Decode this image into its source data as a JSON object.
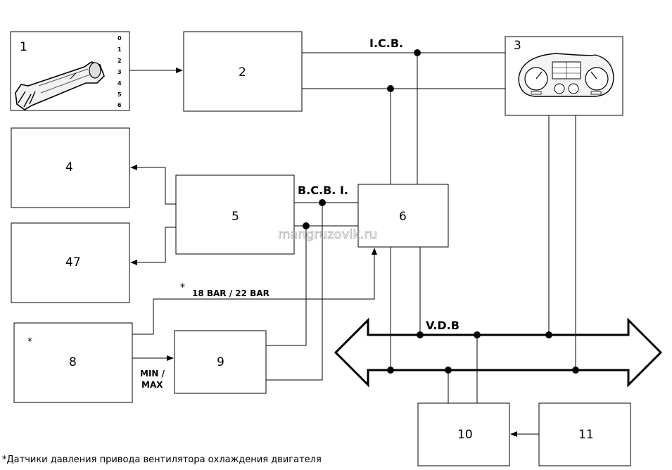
{
  "blocks": {
    "b1": "1",
    "b2": "2",
    "b3": "3",
    "b4": "4",
    "b5": "5",
    "b6": "6",
    "b47": "47",
    "b8": "8",
    "b9": "9",
    "b10": "10",
    "b11": "11"
  },
  "switch_positions": [
    "0",
    "1",
    "2",
    "3",
    "4",
    "5",
    "6"
  ],
  "bus_labels": {
    "icb": "I.C.B.",
    "bcbi": "B.C.B. I.",
    "vdb": "V.D.B"
  },
  "signals": {
    "pressure": "18 BAR / 22 BAR",
    "min": "MIN /",
    "max": "MAX"
  },
  "asterisk": "*",
  "watermark": "mangruzovik.ru",
  "footnote": "*Датчики давления привода вентилятора охлаждения двигателя"
}
